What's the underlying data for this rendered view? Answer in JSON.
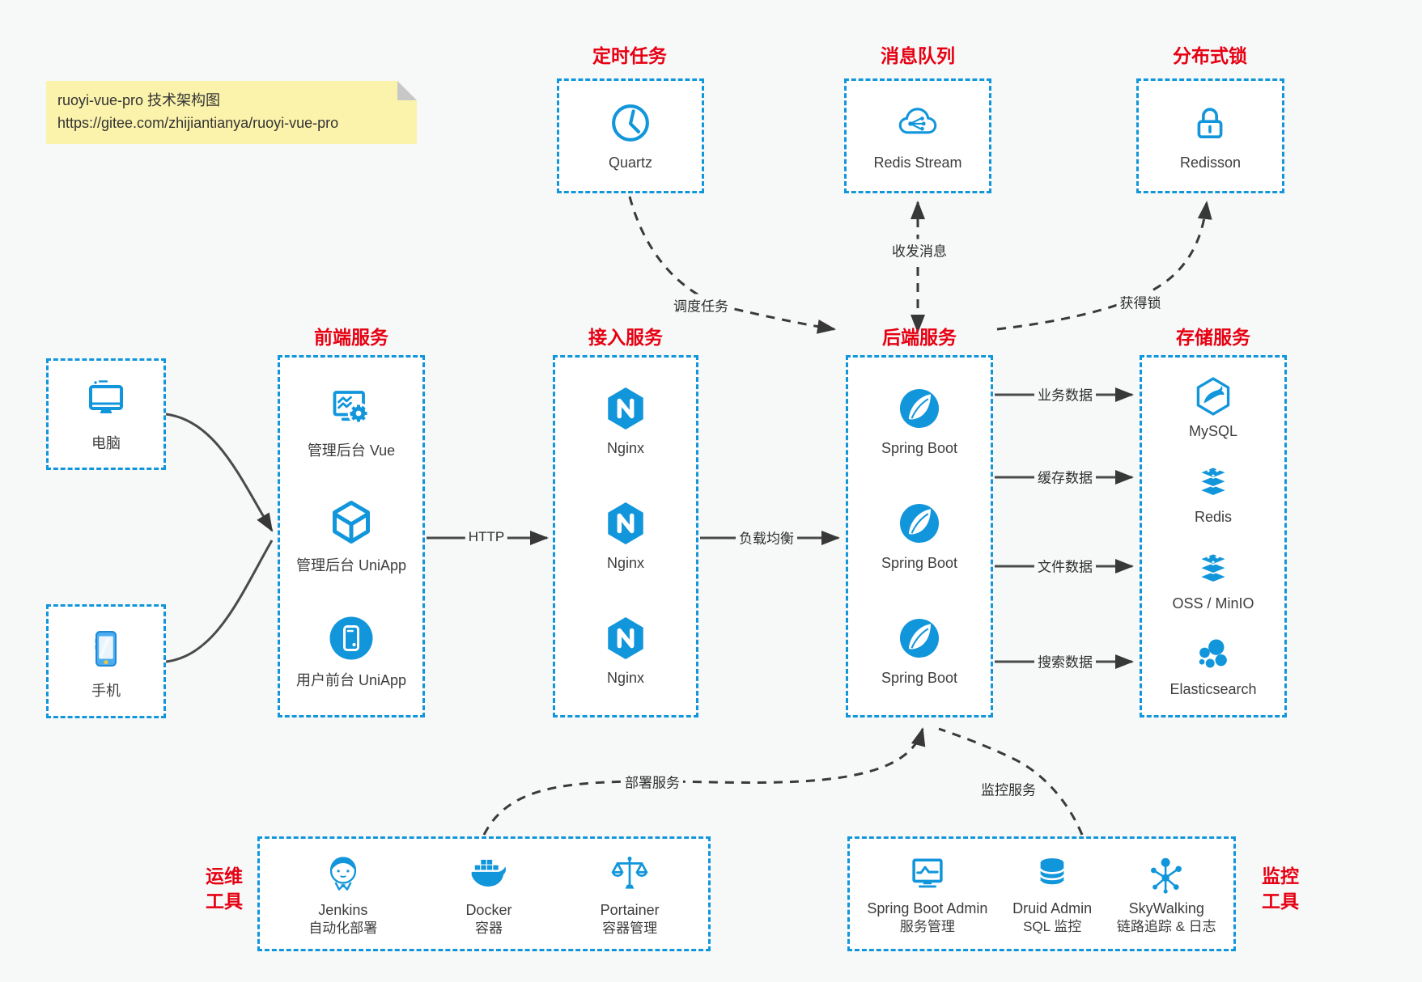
{
  "note": {
    "line1": "ruoyi-vue-pro 技术架构图",
    "line2": "https://gitee.com/zhijiantianya/ruoyi-vue-pro"
  },
  "colors": {
    "accent_blue": "#1296db",
    "title_red": "#e60012",
    "arrow_gray": "#4a4a4a",
    "box_bg": "#ffffff",
    "page_bg": "#f7f8f8",
    "note_yellow": "#fbf3ab"
  },
  "clients": [
    {
      "icon": "desktop-icon",
      "label": "电脑"
    },
    {
      "icon": "phone-icon",
      "label": "手机"
    }
  ],
  "top_groups": [
    {
      "title": "定时任务",
      "item": {
        "icon": "clock-icon",
        "label": "Quartz"
      }
    },
    {
      "title": "消息队列",
      "item": {
        "icon": "cloud-network-icon",
        "label": "Redis Stream"
      }
    },
    {
      "title": "分布式锁",
      "item": {
        "icon": "lock-icon",
        "label": "Redisson"
      }
    }
  ],
  "frontend": {
    "title": "前端服务",
    "items": [
      {
        "icon": "admin-vue-icon",
        "label": "管理后台 Vue"
      },
      {
        "icon": "cube-icon",
        "label": "管理后台 UniApp"
      },
      {
        "icon": "app-circle-icon",
        "label": "用户前台 UniApp"
      }
    ]
  },
  "access": {
    "title": "接入服务",
    "items": [
      {
        "icon": "nginx-icon",
        "label": "Nginx"
      },
      {
        "icon": "nginx-icon",
        "label": "Nginx"
      },
      {
        "icon": "nginx-icon",
        "label": "Nginx"
      }
    ]
  },
  "backend": {
    "title": "后端服务",
    "items": [
      {
        "icon": "spring-boot-icon",
        "label": "Spring Boot"
      },
      {
        "icon": "spring-boot-icon",
        "label": "Spring Boot"
      },
      {
        "icon": "spring-boot-icon",
        "label": "Spring Boot"
      }
    ]
  },
  "storage": {
    "title": "存储服务",
    "items": [
      {
        "icon": "mysql-icon",
        "label": "MySQL"
      },
      {
        "icon": "redis-icon",
        "label": "Redis"
      },
      {
        "icon": "redis-icon",
        "label": "OSS / MinIO"
      },
      {
        "icon": "elasticsearch-icon",
        "label": "Elasticsearch"
      }
    ]
  },
  "ops": {
    "title_line1": "运维",
    "title_line2": "工具",
    "items": [
      {
        "icon": "jenkins-icon",
        "label": "Jenkins",
        "sublabel": "自动化部署"
      },
      {
        "icon": "docker-icon",
        "label": "Docker",
        "sublabel": "容器"
      },
      {
        "icon": "portainer-icon",
        "label": "Portainer",
        "sublabel": "容器管理"
      }
    ]
  },
  "monitoring": {
    "title_line1": "监控",
    "title_line2": "工具",
    "items": [
      {
        "icon": "spring-boot-admin-icon",
        "label": "Spring Boot Admin",
        "sublabel": "服务管理"
      },
      {
        "icon": "druid-icon",
        "label": "Druid Admin",
        "sublabel": "SQL 监控"
      },
      {
        "icon": "skywalking-icon",
        "label": "SkyWalking",
        "sublabel": "链路追踪 & 日志"
      }
    ]
  },
  "edges": {
    "http": "HTTP",
    "load_balance": "负载均衡",
    "business_data": "业务数据",
    "cache_data": "缓存数据",
    "file_data": "文件数据",
    "search_data": "搜索数据",
    "schedule_task": "调度任务",
    "send_receive_msg": "收发消息",
    "acquire_lock": "获得锁",
    "deploy_service": "部署服务",
    "monitor_service": "监控服务"
  }
}
